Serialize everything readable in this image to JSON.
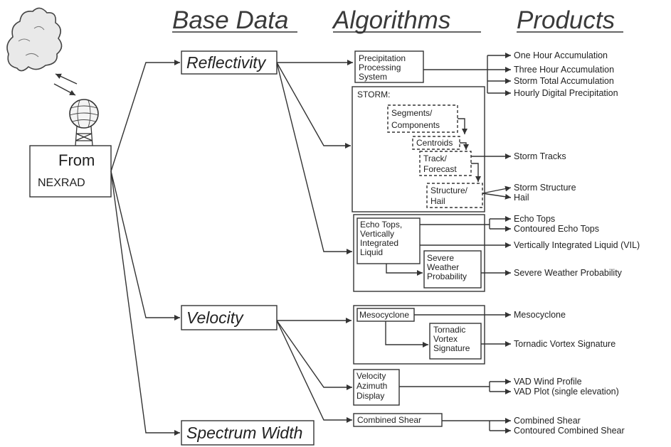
{
  "headers": {
    "base_data": "Base Data",
    "algorithms": "Algorithms",
    "products": "Products"
  },
  "source": {
    "line1": "From",
    "line2": "NEXRAD"
  },
  "base_data": {
    "reflectivity": "Reflectivity",
    "velocity": "Velocity",
    "spectrum_width": "Spectrum Width"
  },
  "algorithms": {
    "precip": [
      "Precipitation",
      "Processing",
      "System"
    ],
    "storm_title": "STORM:",
    "segments": [
      "Segments/",
      "Components"
    ],
    "centroids": "Centroids",
    "track": [
      "Track/",
      "Forecast"
    ],
    "structure": [
      "Structure/",
      "Hail"
    ],
    "echo_tops": [
      "Echo Tops,",
      "Vertically",
      "Integrated",
      "Liquid"
    ],
    "severe": [
      "Severe",
      "Weather",
      "Probability"
    ],
    "mesocyclone": "Mesocyclone",
    "tvs": [
      "Tornadic",
      "Vortex",
      "Signature"
    ],
    "vad": [
      "Velocity",
      "Azimuth",
      "Display"
    ],
    "combined_shear": "Combined Shear"
  },
  "products": {
    "one_hour": "One Hour Accumulation",
    "three_hour": "Three Hour Accumulation",
    "storm_total": "Storm Total Accumulation",
    "hourly_digital": "Hourly Digital Precipitation",
    "storm_tracks": "Storm Tracks",
    "storm_structure": "Storm Structure",
    "hail": "Hail",
    "echo_tops": "Echo Tops",
    "contoured_echo_tops": "Contoured Echo Tops",
    "vil": "Vertically Integrated Liquid (VIL)",
    "severe_weather_prob": "Severe Weather Probability",
    "mesocyclone": "Mesocyclone",
    "tvs": "Tornadic Vortex Signature",
    "vad_wind_profile": "VAD Wind Profile",
    "vad_plot": "VAD Plot (single elevation)",
    "combined_shear": "Combined Shear",
    "contoured_combined_shear": "Contoured Combined Shear"
  }
}
